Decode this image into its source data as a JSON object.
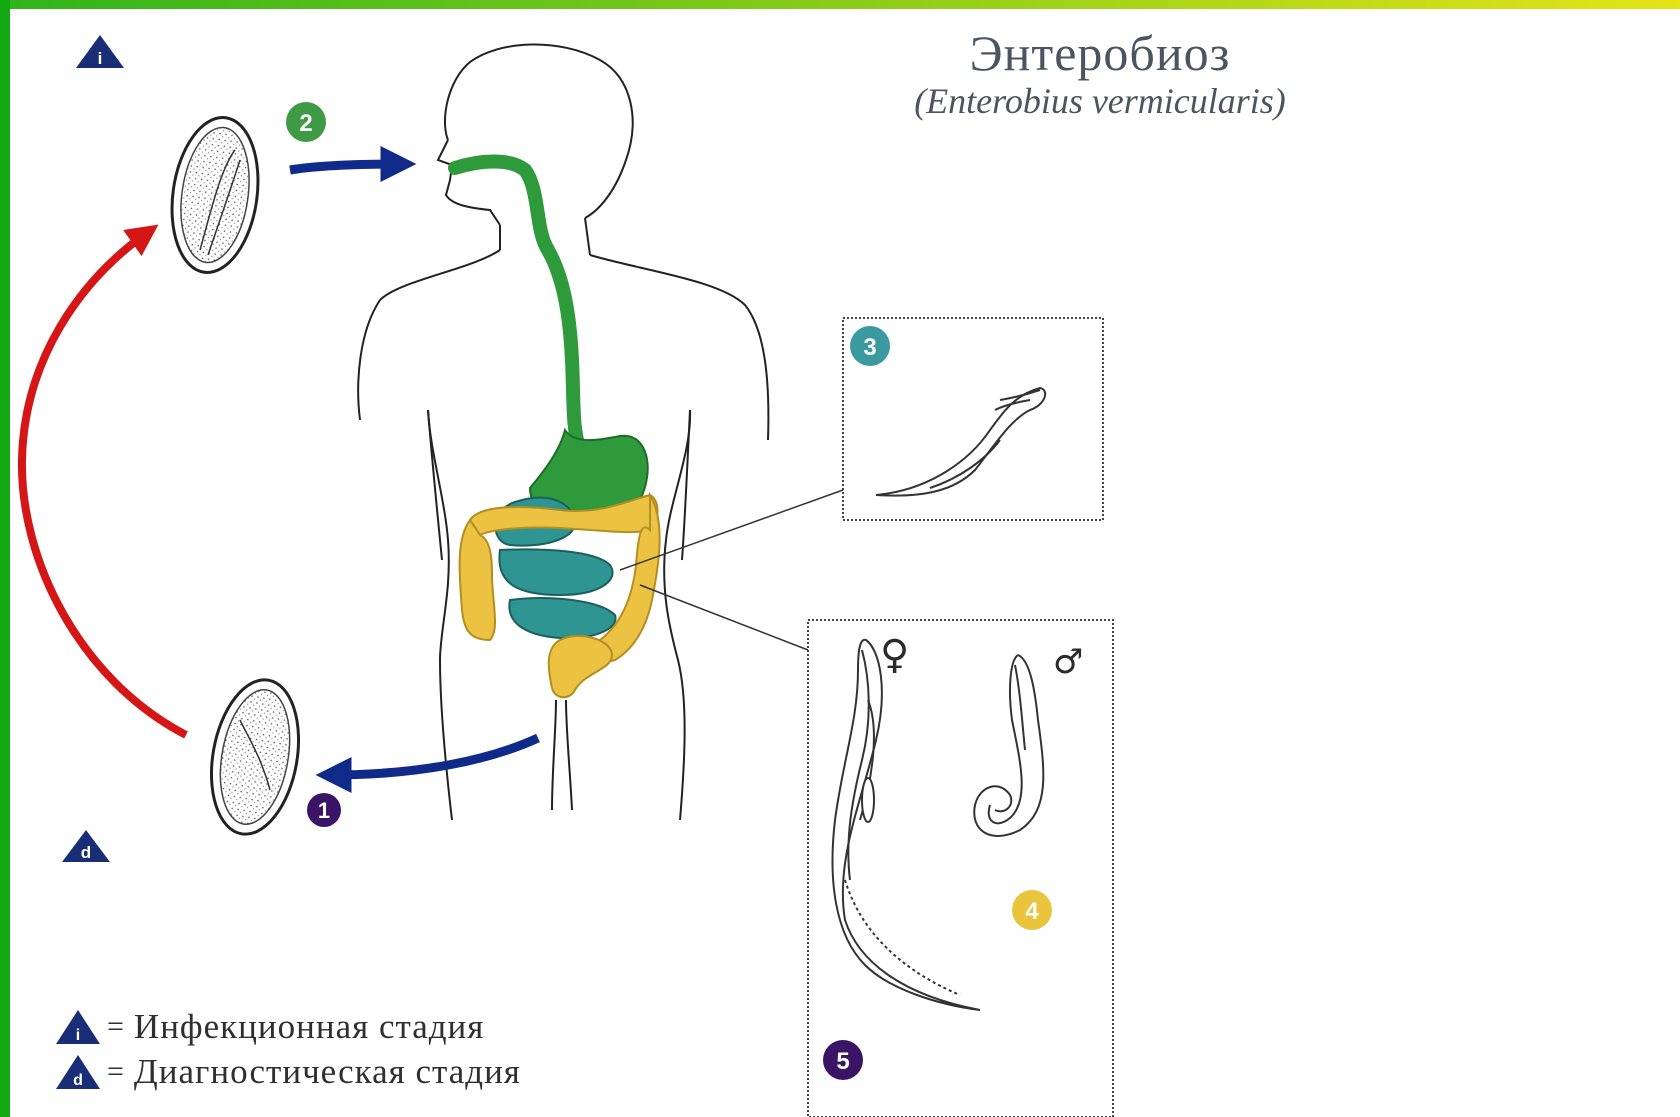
{
  "title": "Энтеробиоз",
  "subtitle": "(Enterobius vermicularis)",
  "stages": [
    {
      "number": "1",
      "color": "#3b1565"
    },
    {
      "number": "2",
      "color": "#3e9a45"
    },
    {
      "number": "3",
      "color": "#3a9aa0"
    },
    {
      "number": "4",
      "color": "#e8c53c"
    },
    {
      "number": "5",
      "color": "#3b1565"
    }
  ],
  "markers": {
    "infective_letter": "i",
    "diagnostic_letter": "d"
  },
  "legend": [
    {
      "letter": "i",
      "equals": "=",
      "text": "Инфекционная стадия"
    },
    {
      "letter": "d",
      "equals": "=",
      "text": "Диагностическая стадия"
    }
  ],
  "symbols": {
    "female": "♀",
    "male": "♂"
  },
  "colors": {
    "frame_green": "#14a814",
    "frame_yellow": "#e4e418",
    "arrow_blue": "#102a8a",
    "cycle_red": "#d41616",
    "esophagus_green": "#2e9a3c",
    "small_intestine_teal": "#2f9592",
    "large_intestine_yellow": "#ecc242",
    "triangle_navy": "#1a2e78"
  }
}
